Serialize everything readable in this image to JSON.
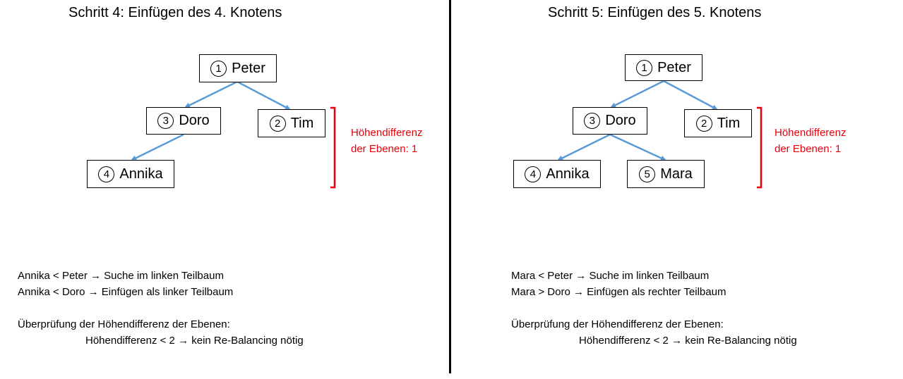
{
  "left": {
    "title": "Schritt 4: Einfügen des 4. Knotens",
    "nodes": [
      {
        "num": "1",
        "name": "Peter"
      },
      {
        "num": "3",
        "name": "Doro"
      },
      {
        "num": "2",
        "name": "Tim"
      },
      {
        "num": "4",
        "name": "Annika"
      }
    ],
    "height_diff": {
      "line1": "Höhendifferenz",
      "line2": "der Ebenen: 1"
    },
    "text": {
      "line1": "Annika < Peter → Suche im linken Teilbaum",
      "line2": "Annika < Doro → Einfügen als linker Teilbaum",
      "line3": "Überprüfung der Höhendifferenz der Ebenen:",
      "line4": "Höhendifferenz < 2 → kein Re-Balancing nötig"
    }
  },
  "right": {
    "title": "Schritt 5: Einfügen des 5. Knotens",
    "nodes": [
      {
        "num": "1",
        "name": "Peter"
      },
      {
        "num": "3",
        "name": "Doro"
      },
      {
        "num": "2",
        "name": "Tim"
      },
      {
        "num": "4",
        "name": "Annika"
      },
      {
        "num": "5",
        "name": "Mara"
      }
    ],
    "height_diff": {
      "line1": "Höhendifferenz",
      "line2": "der Ebenen: 1"
    },
    "text": {
      "line1": "Mara < Peter →  Suche im linken Teilbaum",
      "line2": "Mara > Doro → Einfügen als rechter Teilbaum",
      "line3": "Überprüfung der Höhendifferenz der Ebenen:",
      "line4": "Höhendifferenz < 2 →  kein Re-Balancing nötig"
    }
  },
  "colors": {
    "edge": "#5b9bd5",
    "bracket": "#e8000b"
  }
}
